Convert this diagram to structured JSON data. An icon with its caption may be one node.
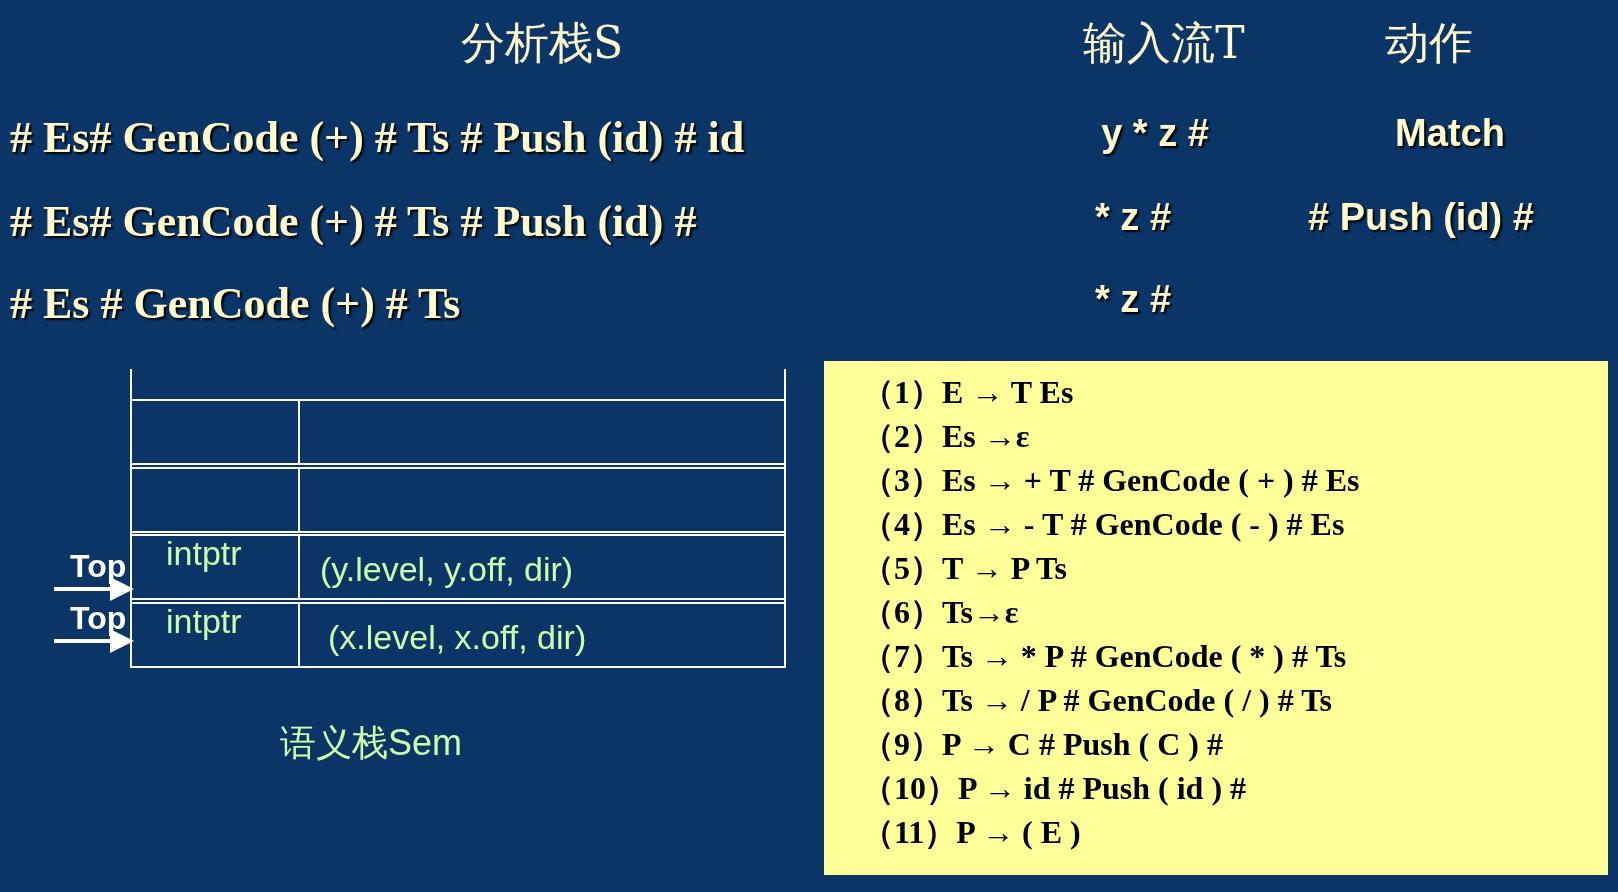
{
  "diagram": {
    "nodes": [
      {
        "text": [
          "语义栈Sem"
        ]
      },
      {
        "text": [],
        "shape": "box",
        "in": 0
      },
      {
        "text": [],
        "shape": "box",
        "in": 0
      },
      {
        "text": [
          "intptr",
          "(y.level, y.off, dir)"
        ],
        "in": 0
      },
      {
        "text": [
          "intptr",
          "(x.level, x.off, dir)"
        ],
        "in": 0
      },
      {
        "text": [
          "Top"
        ]
      },
      {
        "text": [
          "Top"
        ]
      },
      {
        "text": [
          "（1）E → T Es",
          "（2）Es →ε",
          "（3）Es → + T # GenCode ( + ) # Es",
          "（4）Es → - T # GenCode ( - ) # Es",
          "（5）T → P Ts",
          "（6）Ts→ε",
          "（7）Ts → * P # GenCode ( * ) # Ts",
          "（8）Ts → / P # GenCode ( / ) # Ts",
          "（9）P → C # Push ( C ) #",
          "（10）P → id # Push ( id ) #",
          "（11）P → ( E )"
        ]
      }
    ],
    "edges": [
      {
        "from": 5,
        "to": 3,
        "arrow": "to"
      },
      {
        "from": 6,
        "to": 4,
        "arrow": "to"
      }
    ],
    "labels": [
      "分析栈S",
      "输入流T",
      "动作",
      "# Es# GenCode (+) # Ts # Push (id) # id",
      "y * z #",
      "Match",
      "# Es# GenCode (+) # Ts # Push (id) #",
      "* z #",
      "# Push (id) #",
      "# Es # GenCode (+) # Ts",
      "* z #"
    ]
  }
}
